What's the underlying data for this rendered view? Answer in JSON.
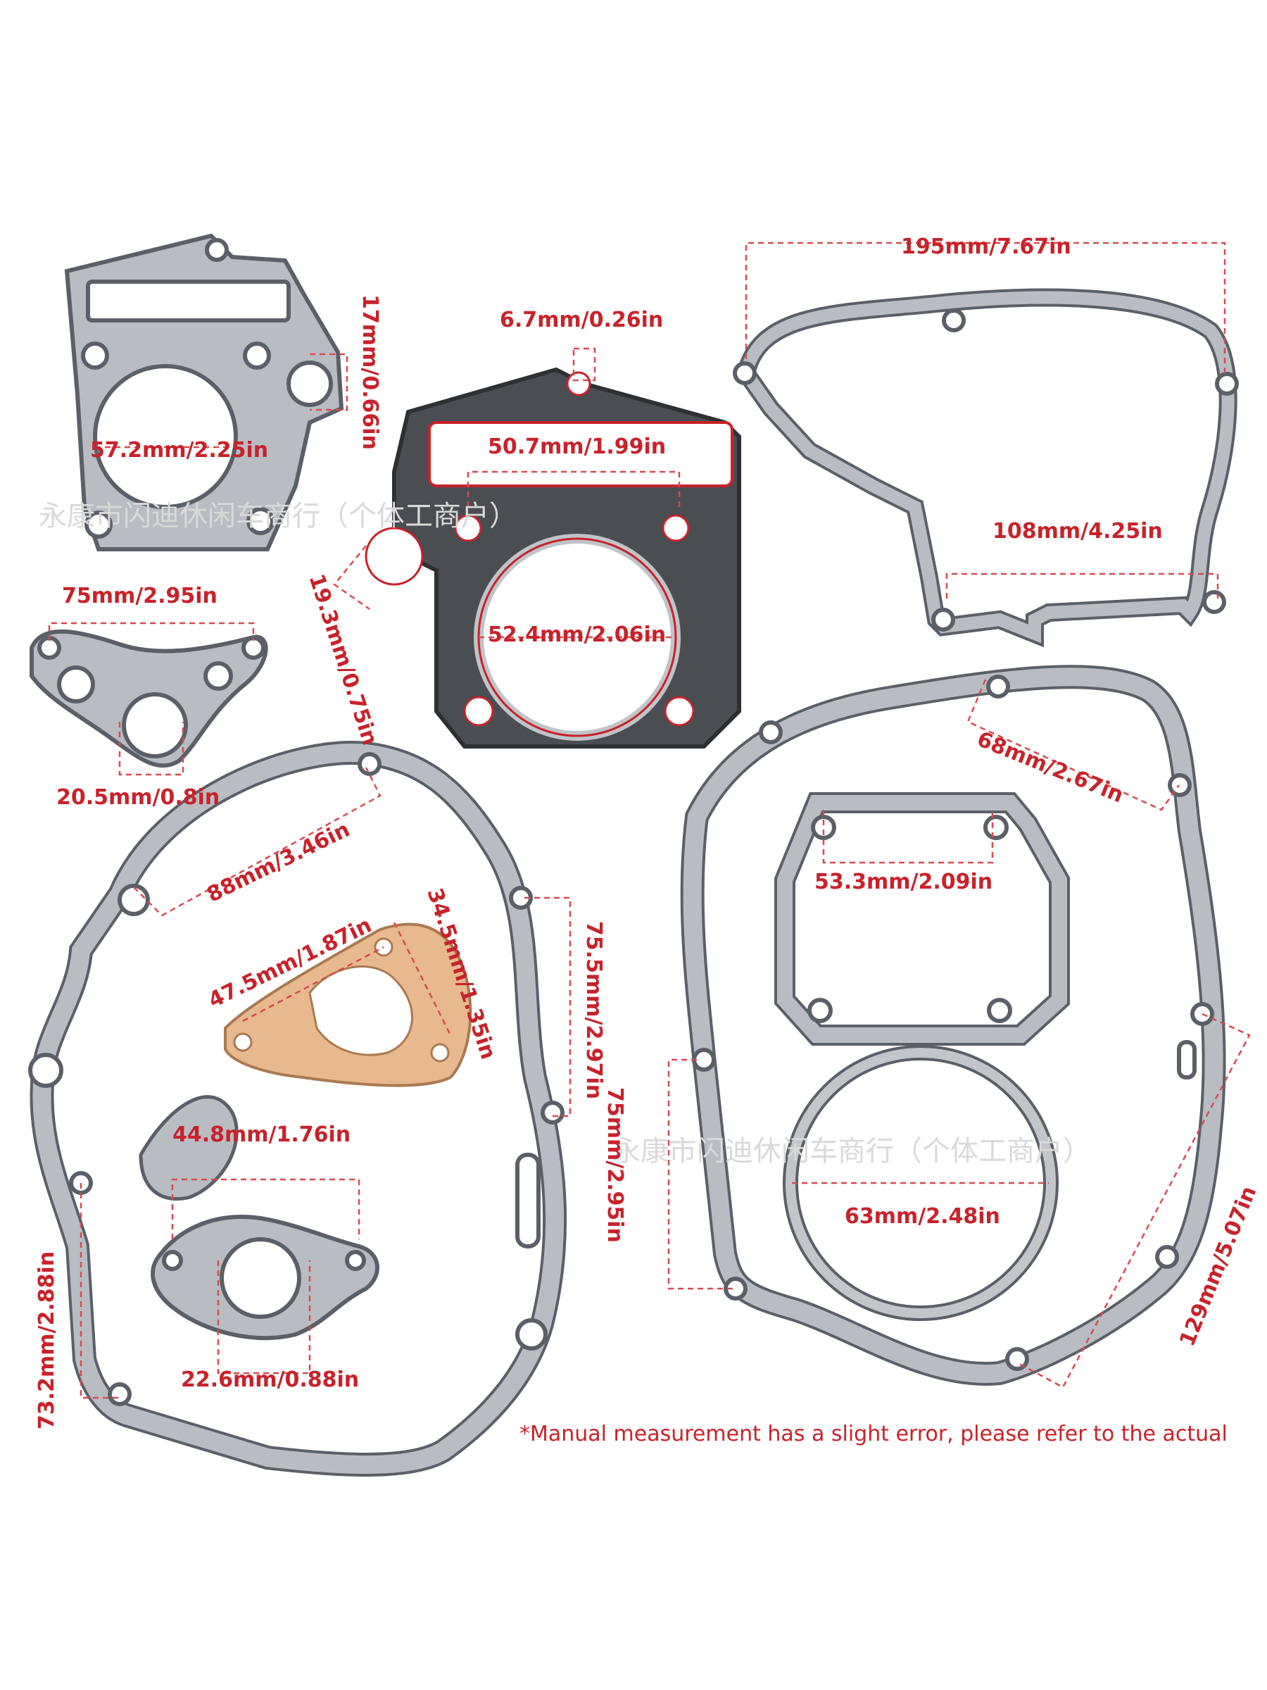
{
  "measurements": {
    "cyl_base_height": "17mm/0.66in",
    "cyl_base_bore": "57.2mm/2.25in",
    "head_tab": "6.7mm/0.26in",
    "head_slot": "50.7mm/1.99in",
    "head_bore": "52.4mm/2.06in",
    "head_side": "19.3mm/0.75in",
    "bracket_width": "75mm/2.95in",
    "bracket_hole": "20.5mm/0.8in",
    "cover_width": "195mm/7.67in",
    "cover_span": "108mm/4.25in",
    "case_top": "88mm/3.46in",
    "plate_width": "47.5mm/1.87in",
    "plate_diag": "34.5mm/1.35in",
    "case_right": "75.5mm/2.97in",
    "intake_width": "44.8mm/1.76in",
    "intake_bore": "22.6mm/0.88in",
    "case_left": "73.2mm/2.88in",
    "clutch_top": "68mm/2.67in",
    "valve_cover": "53.3mm/2.09in",
    "ring_dia": "63mm/2.48in",
    "clutch_left": "75mm/2.95in",
    "clutch_diag": "129mm/5.07in"
  },
  "watermark": "永康市闪迪休闲车商行（个体工商户）",
  "footnote": "*Manual measurement has a slight error, please refer to the actual",
  "colors": {
    "dimension": "#c8222a",
    "gasket_fill": "#b8bcc2",
    "gasket_edge": "#5b6068",
    "head_fill": "#4a4d52",
    "paper_gasket": "#e8b88f"
  }
}
